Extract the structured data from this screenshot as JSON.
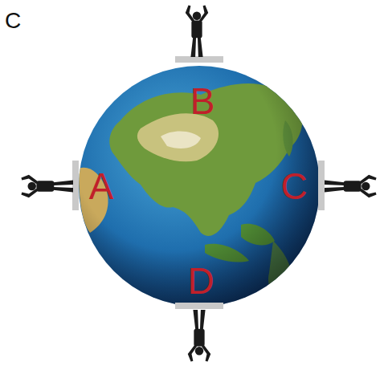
{
  "diagram": {
    "labels": [
      "C",
      "A",
      "B",
      "C",
      "D"
    ]
  }
}
